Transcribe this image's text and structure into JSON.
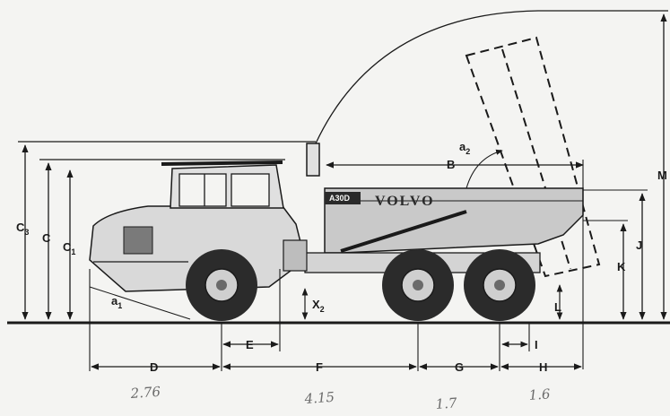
{
  "dimension_labels": {
    "C3": "C",
    "C3_sub": "3",
    "C": "C",
    "C1": "C",
    "C1_sub": "1",
    "a1": "a",
    "a1_sub": "1",
    "a2": "a",
    "a2_sub": "2",
    "X2": "X",
    "X2_sub": "2",
    "B": "B",
    "M": "M",
    "J": "J",
    "K": "K",
    "L": "L",
    "D": "D",
    "E": "E",
    "F": "F",
    "G": "G",
    "H": "H",
    "I": "I"
  },
  "truck_markings": {
    "brand": "VOLVO",
    "model": "A30D"
  },
  "handwritten_notes": {
    "D": "2.76",
    "F": "4.15",
    "G": "1.7",
    "H": "1.6"
  },
  "colors": {
    "line": "#1a1a1a",
    "body": "#c9c9c9",
    "tire": "#2b2b2b",
    "hand": "#6a6a6a"
  }
}
